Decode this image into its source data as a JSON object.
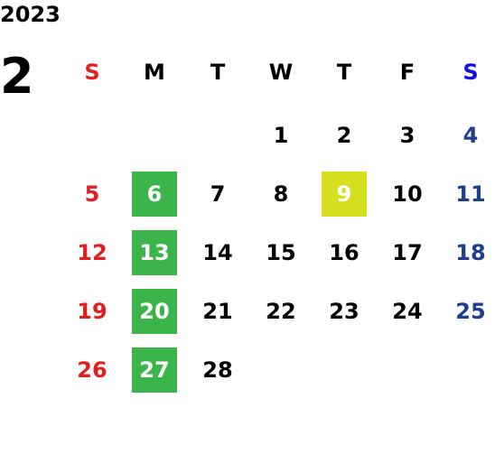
{
  "calendar": {
    "year": "2023",
    "month": "2",
    "weekdays": [
      "S",
      "M",
      "T",
      "W",
      "T",
      "F",
      "S"
    ],
    "days": [
      "1",
      "2",
      "3",
      "4",
      "5",
      "6",
      "7",
      "8",
      "9",
      "10",
      "11",
      "12",
      "13",
      "14",
      "15",
      "16",
      "17",
      "18",
      "19",
      "20",
      "21",
      "22",
      "23",
      "24",
      "25",
      "26",
      "27",
      "28"
    ],
    "highlights": {
      "green_days": [
        "6",
        "13",
        "20",
        "27"
      ],
      "yellow_days": [
        "9"
      ]
    },
    "colors": {
      "sunday": "#e02020",
      "saturday_weekday_header": "#1010e0",
      "saturday_days": "#1c3f8f",
      "green_highlight": "#3bb44a",
      "yellow_highlight": "#d6e01e"
    }
  }
}
